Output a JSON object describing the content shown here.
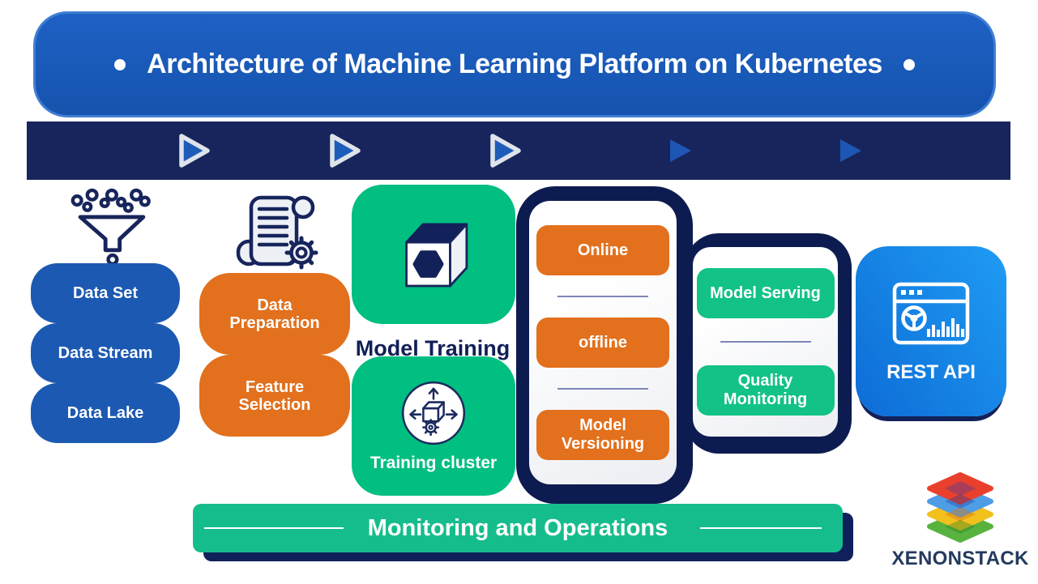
{
  "header": {
    "title": "Architecture of Machine Learning Platform on Kubernetes"
  },
  "pipeline": {
    "data_sources": {
      "icon": "funnel-icon",
      "items": [
        {
          "label": "Data Set"
        },
        {
          "label": "Data Stream"
        },
        {
          "label": "Data Lake"
        }
      ]
    },
    "data_preparation": {
      "icon": "script-gear-icon",
      "items": [
        {
          "label": "Data Preparation"
        },
        {
          "label": "Feature Selection"
        }
      ]
    },
    "model_training": {
      "icon": "cube-icon",
      "label": "Model Training",
      "cluster": {
        "icon": "training-cluster-icon",
        "label": "Training cluster"
      }
    },
    "model_deployment": {
      "items": [
        {
          "label": "Online"
        },
        {
          "label": "offline"
        },
        {
          "label": "Model Versioning"
        }
      ]
    },
    "model_serving": {
      "items": [
        {
          "label": "Model Serving"
        },
        {
          "label": "Quality Monitoring"
        }
      ]
    },
    "rest_api": {
      "icon": "dashboard-browser-icon",
      "label": "REST API"
    }
  },
  "footer": {
    "label": "Monitoring and Operations"
  },
  "brand": {
    "icon": "stacked-layers-logo",
    "name": "XENONSTACK"
  },
  "colors": {
    "banner_blue": "#1a58b8",
    "flowbar_navy": "#17255c",
    "container_navy": "#0d1c50",
    "box_blue": "#1c59b2",
    "orange": "#e2701d",
    "green": "#01be81",
    "button_green": "#12c287",
    "footer_green": "#16bd8c",
    "rest_blue_start": "#0d6cd6",
    "rest_blue_end": "#1f9cf4"
  }
}
